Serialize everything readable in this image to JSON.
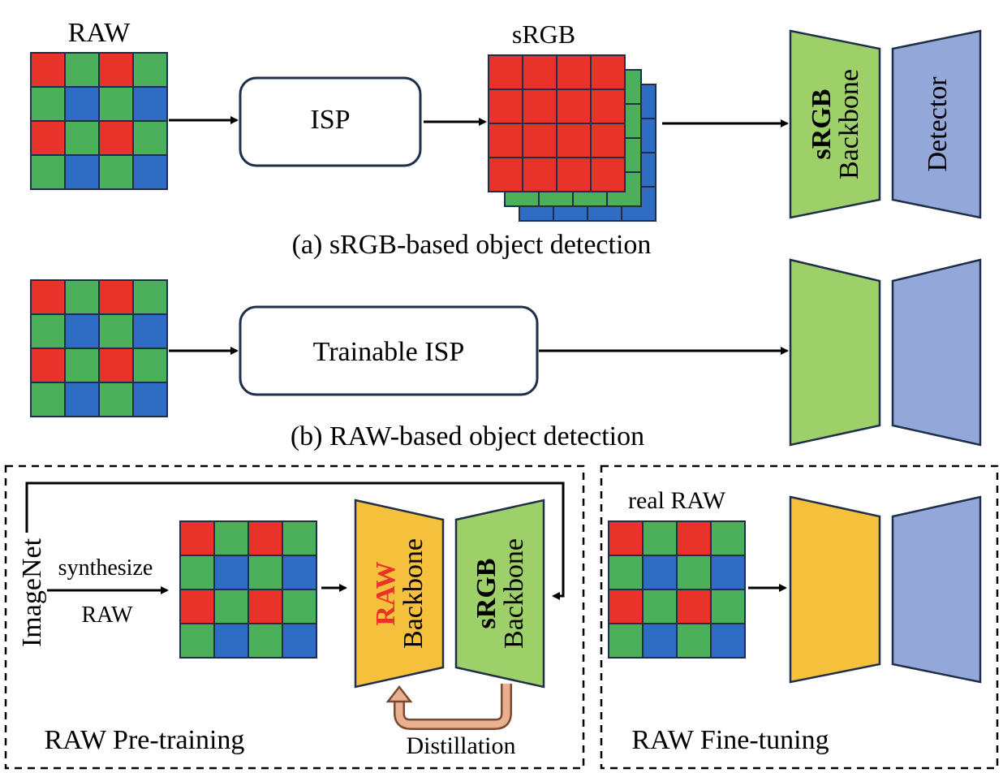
{
  "colors": {
    "bayer_red": "#E8332A",
    "bayer_green": "#4CAF5A",
    "bayer_blue": "#2F6CC4",
    "grid_line": "#1f2f4a",
    "srgb_backbone": "#9ED06A",
    "detector": "#94A7D9",
    "raw_backbone": "#F5C03C",
    "raw_label_red": "#E8332A",
    "distill_arrow": "#E8B08E"
  },
  "top": {
    "raw_label": "RAW",
    "isp_label": "ISP",
    "srgb_label": "sRGB",
    "backbone_bold": "sRGB",
    "backbone_label": "Backbone",
    "detector_label": "Detector",
    "caption": "(a) sRGB-based object detection"
  },
  "middle": {
    "trainable_isp_label": "Trainable ISP",
    "caption": "(b) RAW-based object detection"
  },
  "pretrain": {
    "imagenet_label": "ImageNet",
    "synthesize_label": "synthesize",
    "raw_label": "RAW",
    "raw_backbone_bold": "RAW",
    "raw_backbone_label": "Backbone",
    "srgb_backbone_bold": "sRGB",
    "srgb_backbone_label": "Backbone",
    "distillation_label": "Distillation",
    "panel_title": "RAW Pre-training"
  },
  "finetune": {
    "real_raw_label": "real RAW",
    "panel_title": "RAW Fine-tuning"
  }
}
